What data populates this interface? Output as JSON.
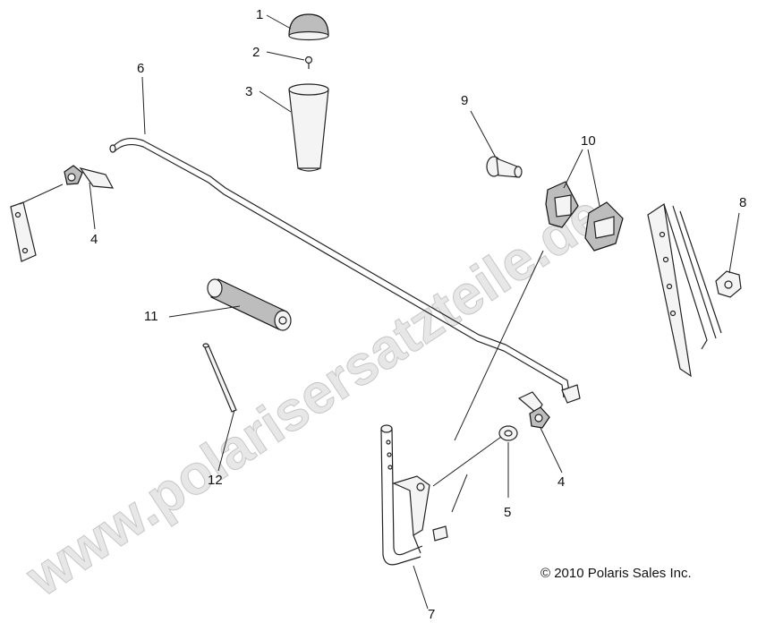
{
  "diagram": {
    "watermark": "www.polarisersatzteile.de",
    "copyright": "© 2010 Polaris Sales Inc.",
    "callouts": {
      "c1": "1",
      "c2": "2",
      "c3": "3",
      "c4a": "4",
      "c4b": "4",
      "c5": "5",
      "c6": "6",
      "c7": "7",
      "c8": "8",
      "c9": "9",
      "c10": "10",
      "c11": "11",
      "c12": "12"
    }
  }
}
